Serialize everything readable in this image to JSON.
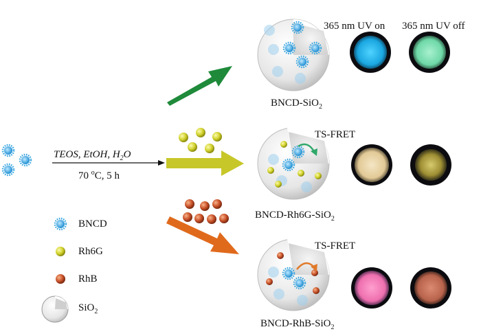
{
  "reaction": {
    "condition_reagents": "TEOS, EtOH, H",
    "condition_reagents_sub": "2",
    "condition_reagents_tail": "O",
    "condition_temp_value": "70",
    "condition_temp_unit_sup": "o",
    "condition_temp_tail": "C, 5 h"
  },
  "uv_headers": {
    "on": "365 nm UV on",
    "off": "365 nm UV off"
  },
  "products": [
    {
      "name_main": "BNCD-SiO",
      "name_sub": "2",
      "uv_on_color": "#1fb6e8",
      "uv_off_color": "#7de3b3",
      "arrow_color": "#1e8a3a"
    },
    {
      "name_main": "BNCD-Rh6G-SiO",
      "name_sub": "2",
      "fret_label": "TS-FRET",
      "uv_on_color": "#e6d2a8",
      "uv_off_color": "#c9b75a",
      "arrow_color": "#c7c72a"
    },
    {
      "name_main": "BNCD-RhB-SiO",
      "name_sub": "2",
      "fret_label": "TS-FRET",
      "uv_on_color": "#f07fb6",
      "uv_off_color": "#c8745e",
      "arrow_color": "#e06a1c"
    }
  ],
  "legend": [
    {
      "label": "BNCD",
      "icon": "bncd-particle-icon",
      "color": "#3aa7e0"
    },
    {
      "label": "Rh6G",
      "icon": "rh6g-sphere-icon",
      "color": "#c9c92a"
    },
    {
      "label": "RhB",
      "icon": "rhb-sphere-icon",
      "color": "#c9522a"
    },
    {
      "label_main": "SiO",
      "label_sub": "2",
      "icon": "silica-shell-icon",
      "color": "#d9d9d9"
    }
  ]
}
